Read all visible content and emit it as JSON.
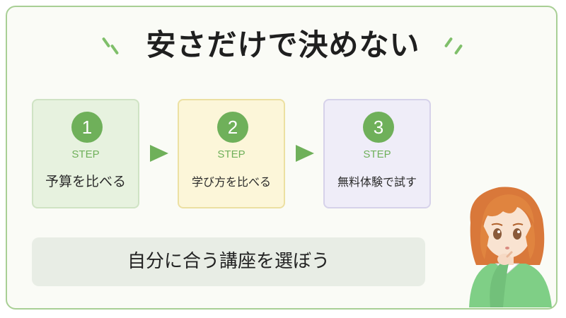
{
  "title": "安さだけで決めない",
  "steps": [
    {
      "number": "1",
      "label": "STEP",
      "text": "予算を比べる"
    },
    {
      "number": "2",
      "label": "STEP",
      "text": "学び方を比べる"
    },
    {
      "number": "3",
      "label": "STEP",
      "text": "無料体験で試す"
    }
  ],
  "result": "自分に合う講座を選ぼう",
  "colors": {
    "accent": "#6fb05a",
    "border": "#a8cf95"
  },
  "icons": [
    "arrow-right-icon",
    "girl-thinking-illustration"
  ]
}
